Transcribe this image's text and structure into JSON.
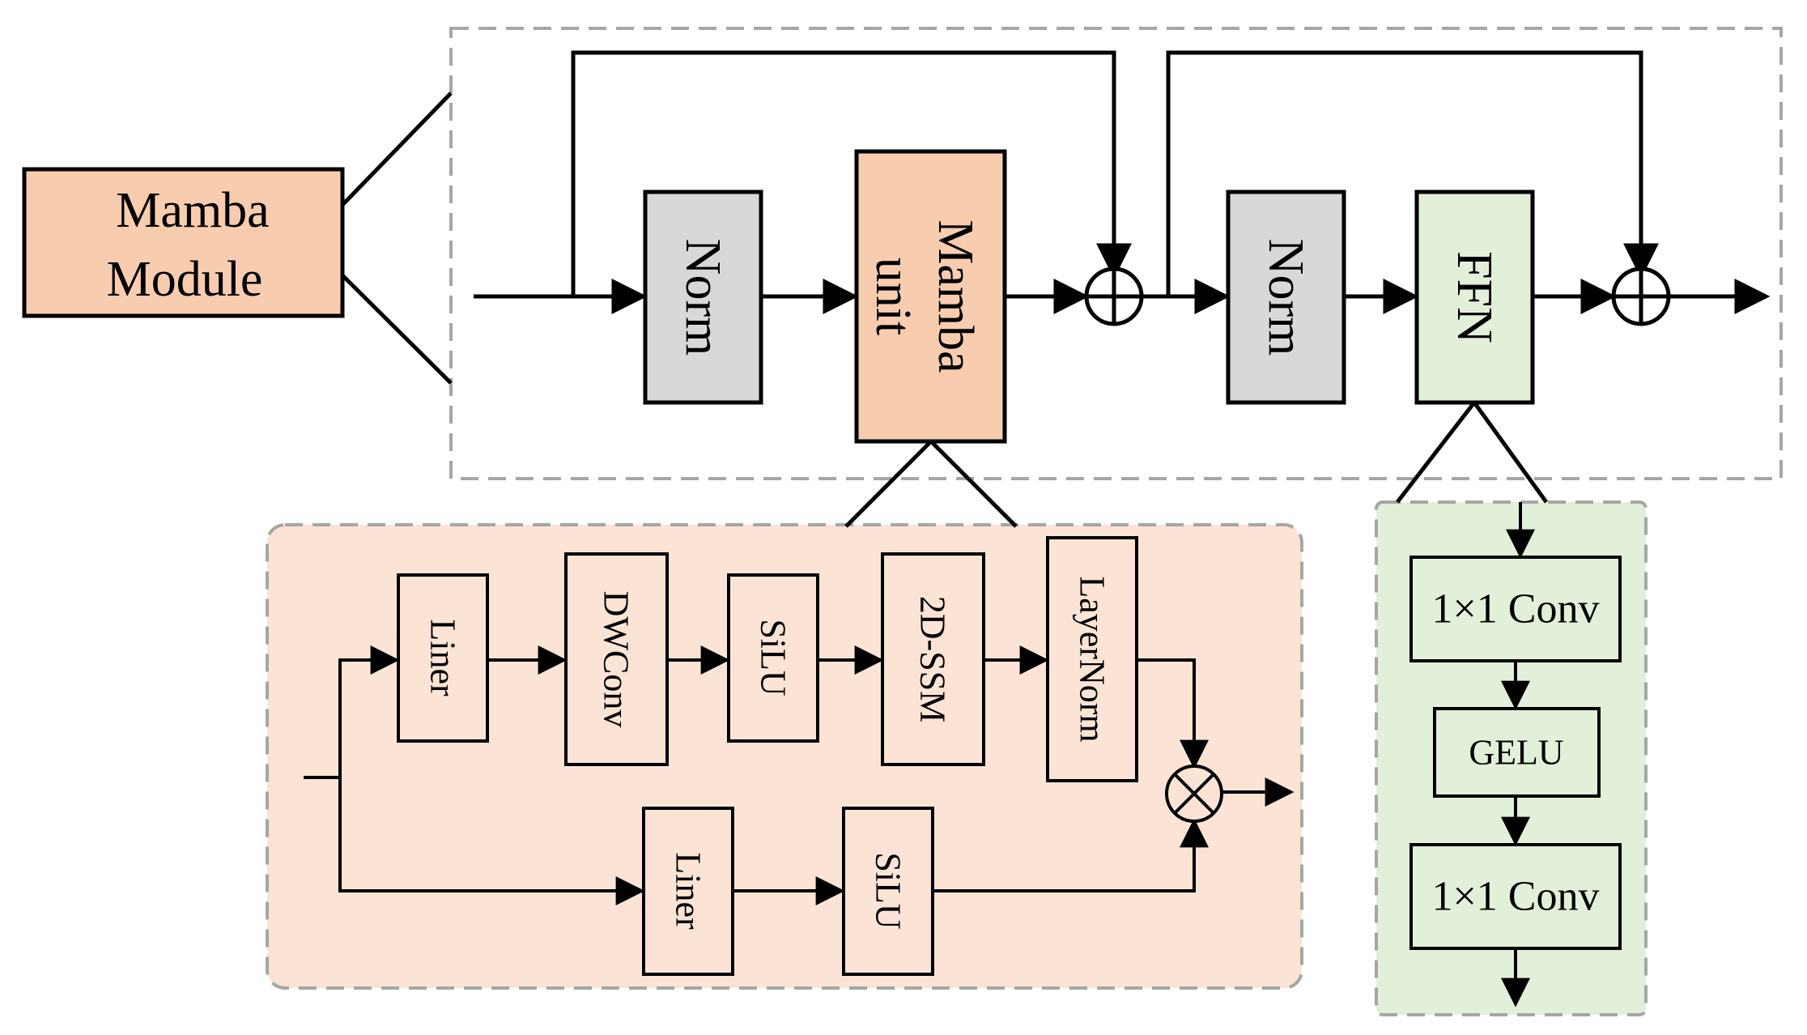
{
  "colors": {
    "mamba_fill": "#f8ccae",
    "norm_fill": "#d8d8d8",
    "ffn_fill": "#e2efd9",
    "mamba_panel_fill": "#fbe4d5",
    "ffn_panel_fill": "#e2efd9",
    "dashed_border": "#a6a6a6",
    "line": "#000000"
  },
  "mamba_module": {
    "line1": "Mamba",
    "line2": "Module"
  },
  "top_block": {
    "norm1": "Norm",
    "mamba_unit_line1": "Mamba",
    "mamba_unit_line2": "unit",
    "norm2": "Norm",
    "ffn": "FFN",
    "add_symbol": "⊕"
  },
  "mamba_unit_detail": {
    "liner_top": "Liner",
    "dwconv": "DWConv",
    "silu_top": "SiLU",
    "ssm": "2D-SSM",
    "layernorm": "LayerNorm",
    "liner_bottom": "Liner",
    "silu_bottom": "SiLU",
    "multiply_symbol": "⊗"
  },
  "ffn_detail": {
    "conv_top": "1×1 Conv",
    "gelu": "GELU",
    "conv_bottom": "1×1 Conv"
  }
}
